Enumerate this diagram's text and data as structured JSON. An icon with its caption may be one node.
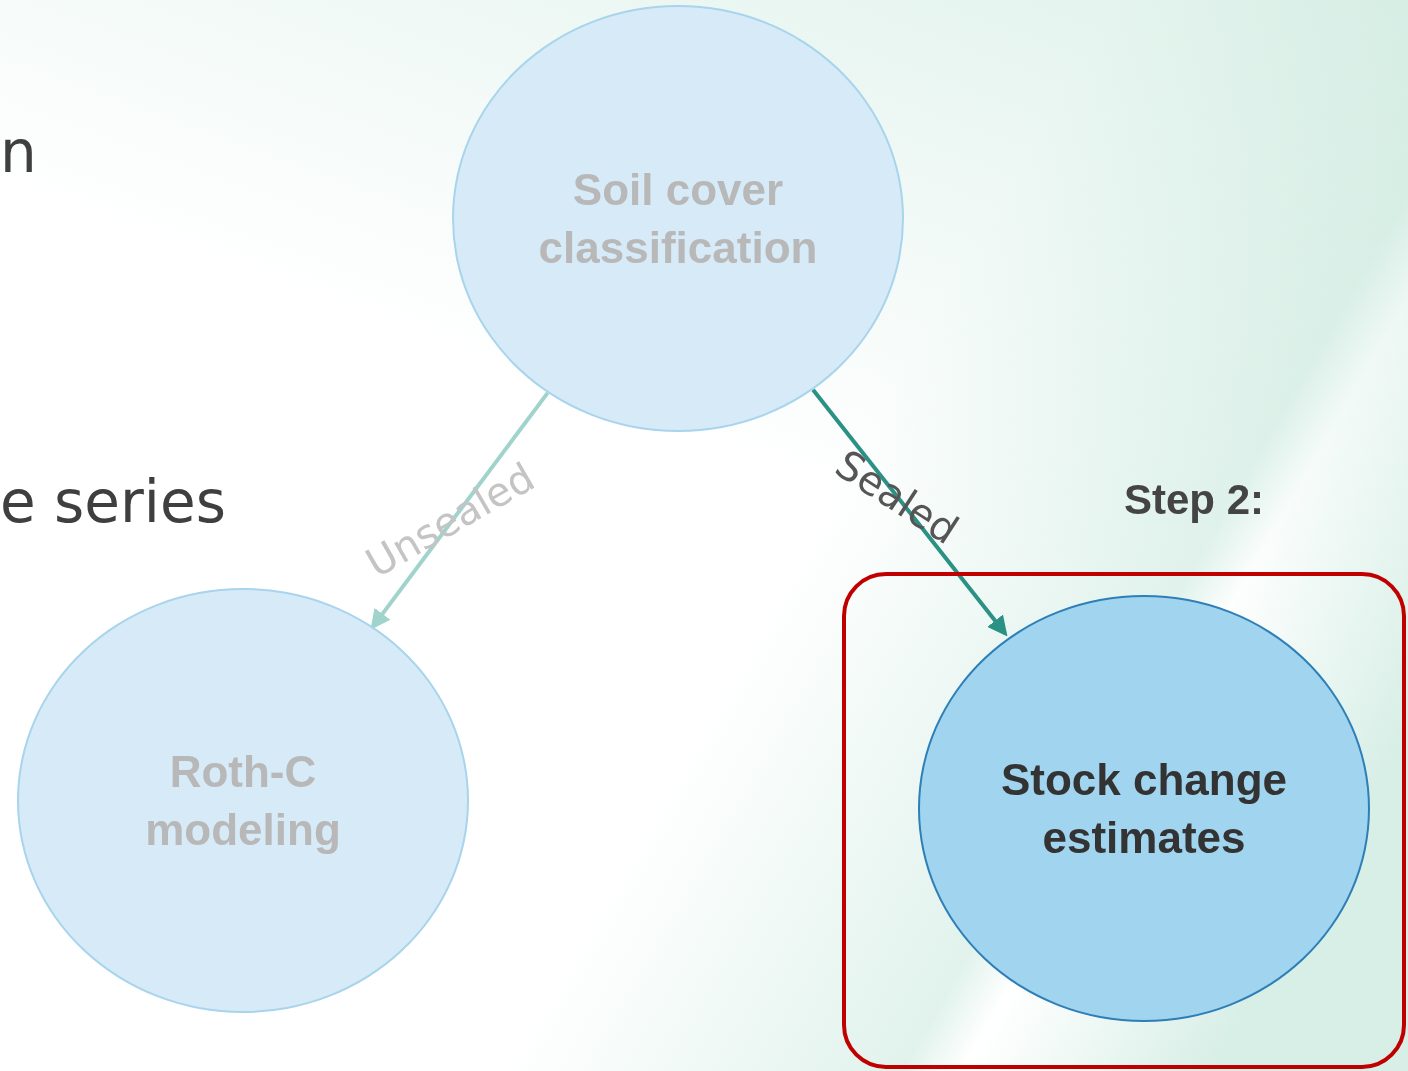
{
  "diagram": {
    "nodes": [
      {
        "text": [
          "Soil cover classification"
        ]
      },
      {
        "text": [
          "Roth-C modeling"
        ]
      },
      {
        "text": [
          "Step 2:"
        ]
      },
      {
        "text": [
          "Stock change estimates"
        ],
        "in": 2
      }
    ],
    "edges": [
      {
        "from": 0,
        "to": 1,
        "arrow": "to",
        "label": "Unsealed",
        "color": "#9fd3cc"
      },
      {
        "from": 0,
        "to": 3,
        "arrow": "to",
        "label": "Sealed",
        "color": "#2a9184"
      }
    ],
    "labels": [
      "n",
      "e series"
    ]
  }
}
